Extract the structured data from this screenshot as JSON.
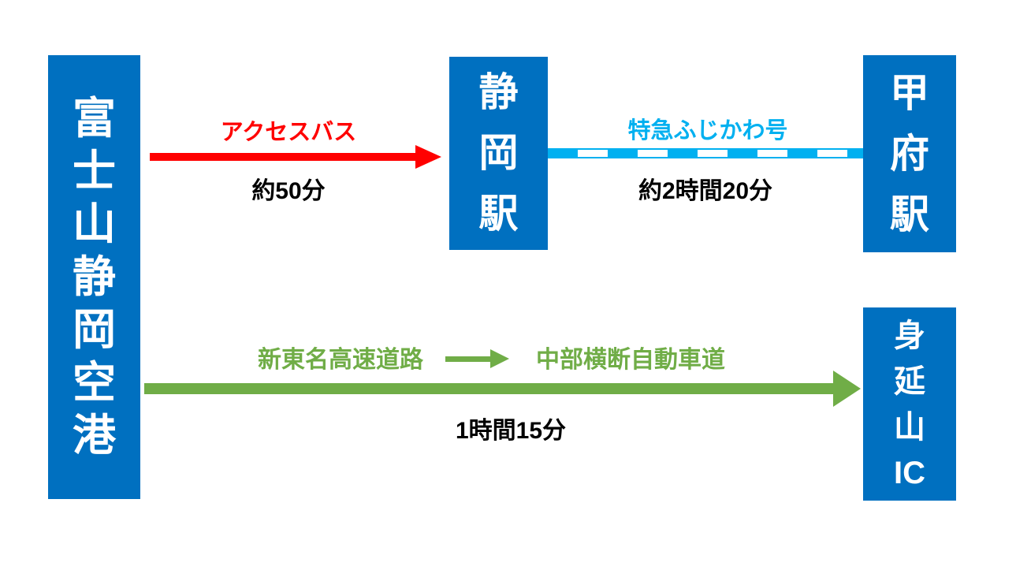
{
  "nodes": {
    "airport": {
      "name": "富士山静岡空港",
      "chars": [
        "富",
        "士",
        "山",
        "静",
        "岡",
        "空",
        "港"
      ]
    },
    "shizuoka_station": {
      "name": "静岡駅",
      "chars": [
        "静",
        "岡",
        "駅"
      ]
    },
    "kofu_station": {
      "name": "甲府駅",
      "chars": [
        "甲",
        "府",
        "駅"
      ]
    },
    "minobusan_ic": {
      "name": "身延山IC",
      "chars": [
        "身",
        "延",
        "山",
        "IC"
      ]
    }
  },
  "routes": {
    "bus": {
      "label": "アクセスバス",
      "duration": "約50分",
      "color": "#FF0000"
    },
    "train": {
      "label": "特急ふじかわ号",
      "duration": "約2時間20分",
      "color": "#00B0F0"
    },
    "car": {
      "road_1": "新東名高速道路",
      "road_2": "中部横断自動車道",
      "duration": "1時間15分",
      "color": "#70AD47"
    }
  },
  "colors": {
    "node_background": "#0070C0",
    "node_text": "#FFFFFF",
    "duration_text": "#000000",
    "background": "#FFFFFF"
  }
}
